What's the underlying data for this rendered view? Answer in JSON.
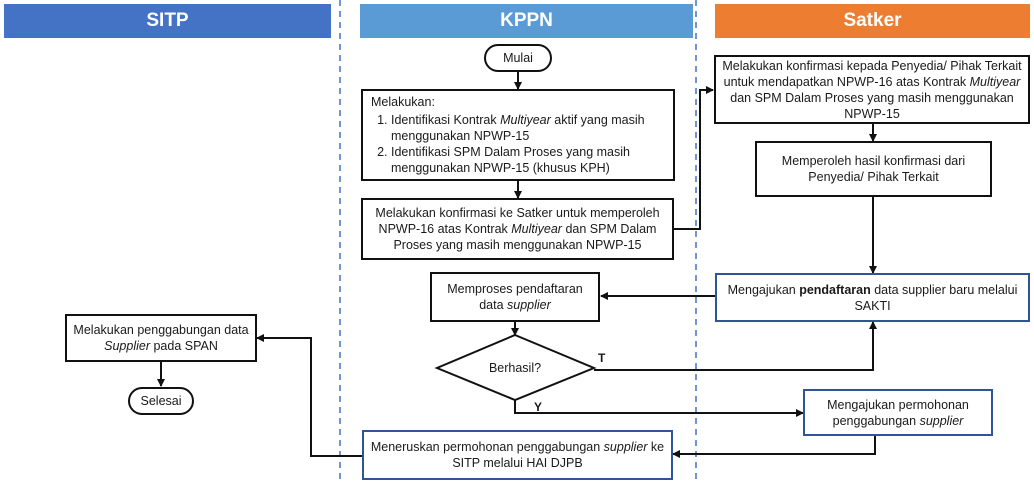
{
  "lanes": {
    "sitp": "SITP",
    "kppn": "KPPN",
    "satker": "Satker"
  },
  "colors": {
    "sitp": "#4472c4",
    "kppn": "#5b9bd5",
    "satker": "#ed7d31",
    "divider": "#4472c4"
  },
  "nodes": {
    "mulai": "Mulai",
    "identifikasi": {
      "intro": "Melakukan:",
      "item1_a": "Identifikasi Kontrak ",
      "item1_em": "Multiyear",
      "item1_b": " aktif yang masih menggunakan NPWP-15",
      "item2": "Identifikasi SPM Dalam Proses yang masih menggunakan NPWP-15 (khusus KPH)"
    },
    "konfirmasi_kppn": {
      "a": "Melakukan konfirmasi ke Satker untuk memperoleh NPWP-16 atas Kontrak ",
      "em": "Multiyear",
      "b": " dan SPM Dalam Proses yang masih menggunakan NPWP-15"
    },
    "konfirmasi_satker": {
      "a": "Melakukan konfirmasi kepada Penyedia/ Pihak Terkait untuk mendapatkan NPWP-16 atas Kontrak ",
      "em": "Multiyear",
      "b": " dan SPM Dalam Proses yang masih menggunakan NPWP-15"
    },
    "hasil": "Memperoleh hasil konfirmasi dari Penyedia/ Pihak Terkait",
    "pengajuan": {
      "a": "Mengajukan ",
      "strong": "pendaftaran",
      "b": " data supplier baru melalui SAKTI"
    },
    "memproses": {
      "a": "Memproses pendaftaran data ",
      "em": "supplier"
    },
    "berhasil": "Berhasil?",
    "permohonan": {
      "a": "Mengajukan permohonan penggabungan ",
      "em": "supplier"
    },
    "meneruskan": {
      "a": "Meneruskan  permohonan penggabungan ",
      "em": "supplier",
      "b": " ke SITP melalui HAI DJPB"
    },
    "penggabungan": {
      "a": "Melakukan penggabungan data ",
      "em": "Supplier",
      "b": " pada SPAN"
    },
    "selesai": "Selesai"
  },
  "edge_labels": {
    "no": "T",
    "yes": "Y"
  }
}
